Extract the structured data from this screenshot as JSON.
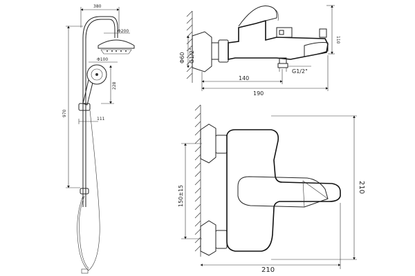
{
  "shower_set": {
    "width_top": "380",
    "head_diameter": "Φ200",
    "handshower_diameter": "Φ100",
    "height_total": "970",
    "handshower_height": "228",
    "bracket_width": "111"
  },
  "side_view": {
    "flange_diameter": "Φ60",
    "inlet_thread": "G1/2\"",
    "outlet_thread": "G1/2\"",
    "spout_offset_1": "140",
    "spout_offset_2": "190",
    "height": "110"
  },
  "front_view": {
    "centers": "150±15",
    "height": "210",
    "width": "210"
  }
}
